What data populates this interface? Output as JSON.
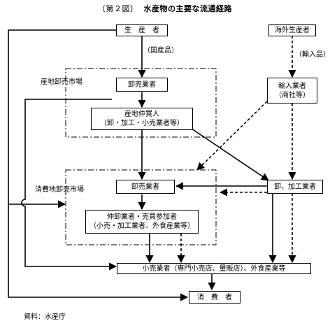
{
  "title": {
    "figure_no": "〔第２図〕",
    "text": "水産物の主要な流通経路"
  },
  "nodes": {
    "producer": "生　産　者",
    "overseas_producer": "海外生産者",
    "origin_wholesaler": "卸売業者",
    "origin_intermediary": [
      "産地仲買人",
      "（卸・加工・小売業者等）"
    ],
    "importer": [
      "輸入業者",
      "（商社等）"
    ],
    "consumption_wholesaler": "卸売業者",
    "processor": "卸，加工業者",
    "consumption_intermediary": [
      "仲卸業者・売買参加者",
      "（小売・加工業者、外食産業等）"
    ],
    "retailer": "小売業者（専門小売店、量販店）、外食産業等",
    "consumer": "消　費　者"
  },
  "labels": {
    "domestic": "（国産品）",
    "imported": "（輸入品）",
    "origin_market": "産地卸売市場",
    "consumption_market": "消費地卸売市場"
  },
  "source": "資料：水産庁"
}
